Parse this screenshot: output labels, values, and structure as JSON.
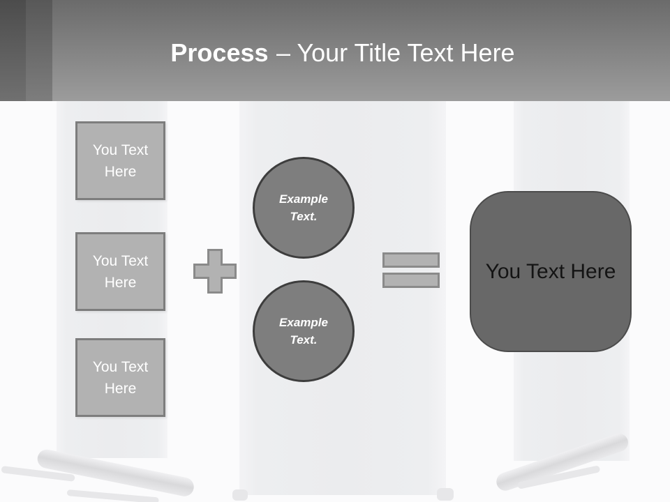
{
  "header": {
    "title_bold": "Process",
    "title_rest": "– Your Title Text Here"
  },
  "process": {
    "inputs": [
      {
        "label": "You Text Here"
      },
      {
        "label": "You Text Here"
      },
      {
        "label": "You Text Here"
      }
    ],
    "examples": [
      {
        "label": "Example Text."
      },
      {
        "label": "Example Text."
      }
    ],
    "result": {
      "label": "You Text Here"
    },
    "operators": {
      "plus": "plus-icon",
      "equals": "equals-icon"
    }
  },
  "colors": {
    "header_top": "#6b6b6b",
    "header_bottom": "#9c9c9c",
    "box_fill": "#b2b2b2",
    "box_border": "#7d7d7d",
    "circle_fill": "#7e7e7e",
    "circle_border": "#3d3d3d",
    "operator_fill": "#b2b2b2",
    "operator_border": "#8a8a8a",
    "result_fill": "#686868",
    "result_border": "#4b4b4b",
    "title_text": "#ffffff",
    "result_text": "#141414",
    "banner_panel": "#ebecee"
  }
}
